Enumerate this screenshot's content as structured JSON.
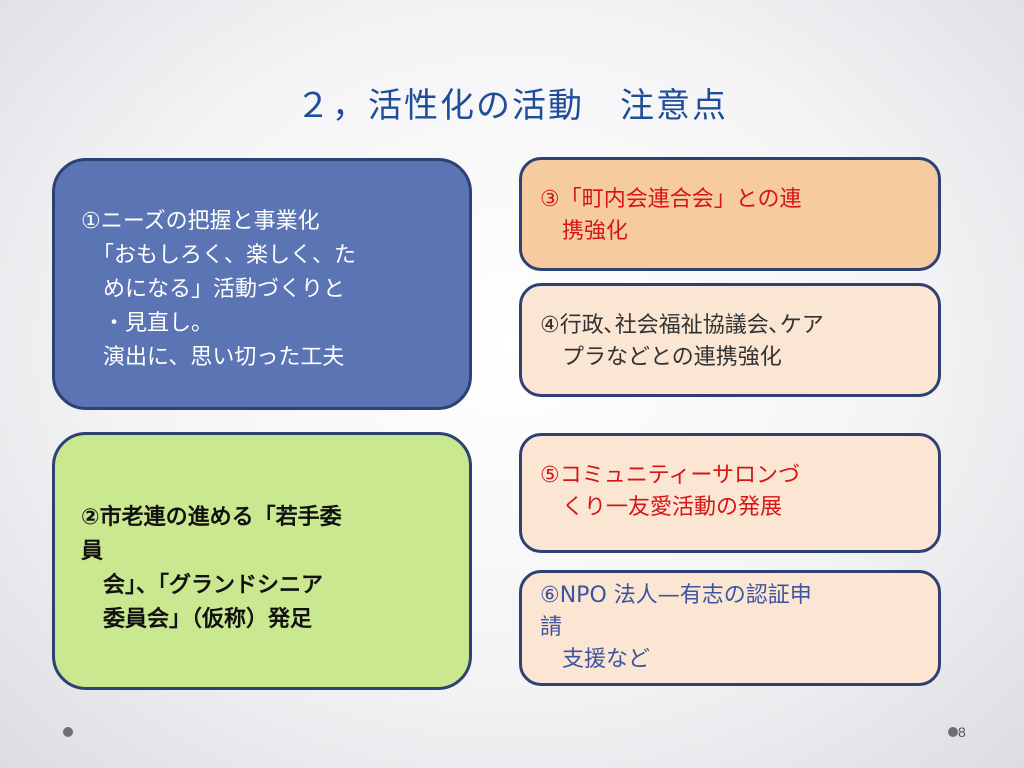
{
  "slide": {
    "title": "２，活性化の活動　注意点",
    "page_number": "8"
  },
  "boxes": {
    "needs": "①ニーズの把握と事業化\n　「おもしろく、楽しく、た\n　めになる」活動づくりと\n　・見直し。\n　演出に、思い切った工夫",
    "youth": "②市老連の進める「若手委\n員\n　会」、「グランドシニア\n　委員会」（仮称）発足",
    "town": "③「町内会連合会」との連\n　携強化",
    "admin": "④行政､社会福祉協議会､ケア\n　プラなどとの連携強化",
    "salon": "⑤コミュニティーサロンづ\n　くり一友愛活動の発展",
    "npo": "⑥NPO 法人—有志の認証申\n請\n　支援など"
  },
  "colors": {
    "title": "#1f4e99",
    "box_needs_fill": "#5b74b4",
    "box_youth_fill": "#c9e88f",
    "box_town_fill": "#f7cba0",
    "box_other_fill": "#fbe5d3",
    "accent_red": "#d61515",
    "border": "#2f4172"
  }
}
